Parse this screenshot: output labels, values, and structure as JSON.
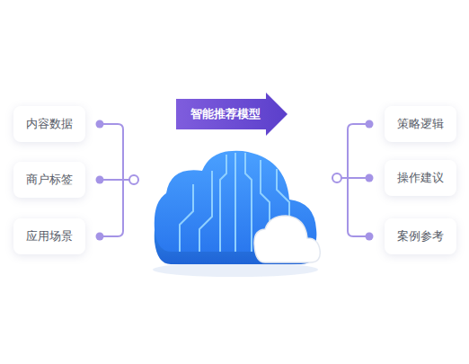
{
  "diagram": {
    "nodes": [
      {
        "text": [
          "内容数据"
        ]
      },
      {
        "text": [
          "商户标签"
        ]
      },
      {
        "text": [
          "应用场景"
        ]
      },
      {
        "text": [
          "智能推荐模型"
        ]
      },
      {
        "text": [
          "策略逻辑"
        ]
      },
      {
        "text": [
          "操作建议"
        ]
      },
      {
        "text": [
          "案例参考"
        ]
      }
    ]
  }
}
